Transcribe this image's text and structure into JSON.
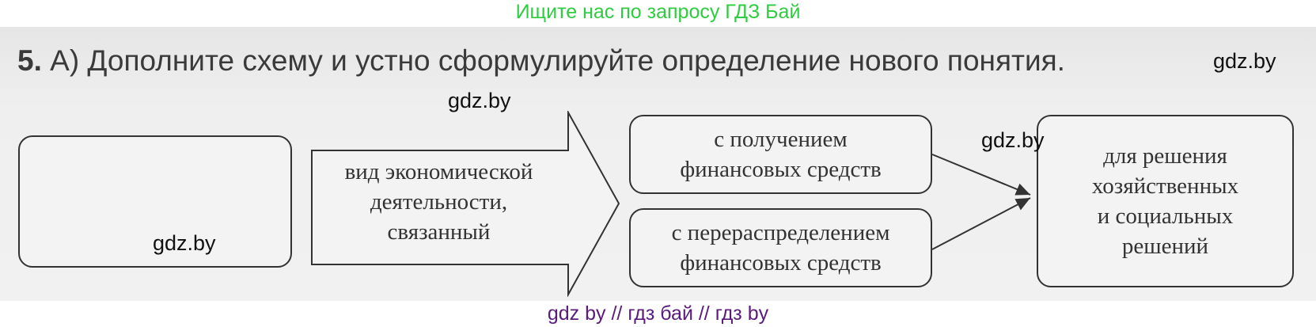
{
  "banner_top": "Ищите нас по запросу ГДЗ Бай",
  "banner_bottom": "gdz by  //  гдз бай  //  гдз by",
  "task": {
    "number": "5.",
    "text": "А) Дополните схему и устно сформулируйте определение нового понятия."
  },
  "watermark": "gdz.by",
  "scheme": {
    "empty_box": "",
    "arrow_line1": "вид экономической",
    "arrow_line2": "деятельности,",
    "arrow_line3": "связанный",
    "upper_line1": "с получением",
    "upper_line2": "финансовых средств",
    "lower_line1": "с перераспределением",
    "lower_line2": "финансовых средств",
    "result_line1": "для решения",
    "result_line2": "хозяйственных",
    "result_line3": "и социальных",
    "result_line4": "решений"
  }
}
